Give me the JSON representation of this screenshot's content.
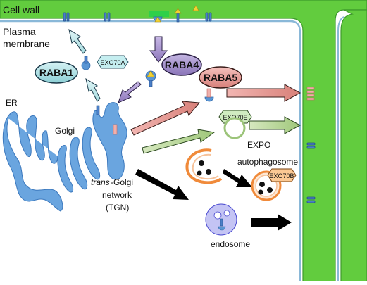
{
  "labels": {
    "cell_wall": "Cell wall",
    "plasma": "Plasma",
    "membrane": "membrane",
    "er": "ER",
    "golgi": "Golgi",
    "trans_italic": "trans",
    "trans_rest": "-Golgi",
    "network": "network",
    "tgn": "(TGN)",
    "expo": "EXPO",
    "autophagosome": "autophagosome",
    "endosome": "endosome"
  },
  "proteins": {
    "raba1": "RABA1",
    "raba4": "RABA4",
    "raba5": "RABA5",
    "exo70a": "EXO70A",
    "exo70e": "EXO70E",
    "exo70b": "EXO70B"
  },
  "colors": {
    "cell_wall": "#5fcc3c",
    "cell_wall_dark": "#3a9a2a",
    "membrane": "#8ab8d8",
    "organelle": "#5a96d4",
    "organelle_dark": "#2f66a8",
    "raba1": "#a8dde0",
    "raba4": "#9a86c4",
    "raba5": "#e0918c",
    "green_arrow": "#b6d493",
    "black_arrow": "#000000",
    "autophagosome": "#f08a3a",
    "endosome": "#b8b8f0"
  }
}
